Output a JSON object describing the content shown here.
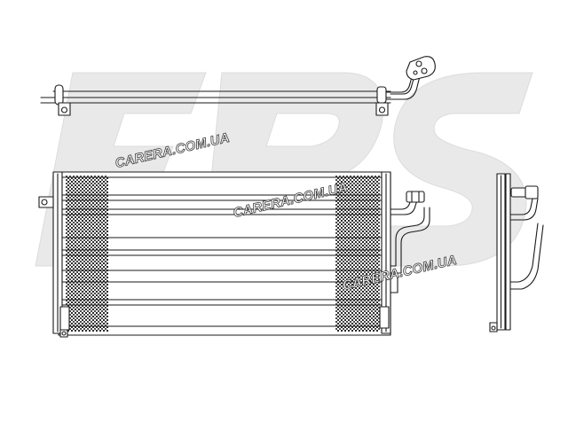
{
  "watermarks": [
    {
      "text": "CARERA.COM.UA"
    },
    {
      "text": "CARERA.COM.UA"
    },
    {
      "text": "CARERA.COM.UA"
    }
  ],
  "logo": {
    "text": "FPS"
  },
  "colors": {
    "line": "#1a1a1a",
    "watermark_logo": "#e9e9e9",
    "background": "#ffffff"
  }
}
